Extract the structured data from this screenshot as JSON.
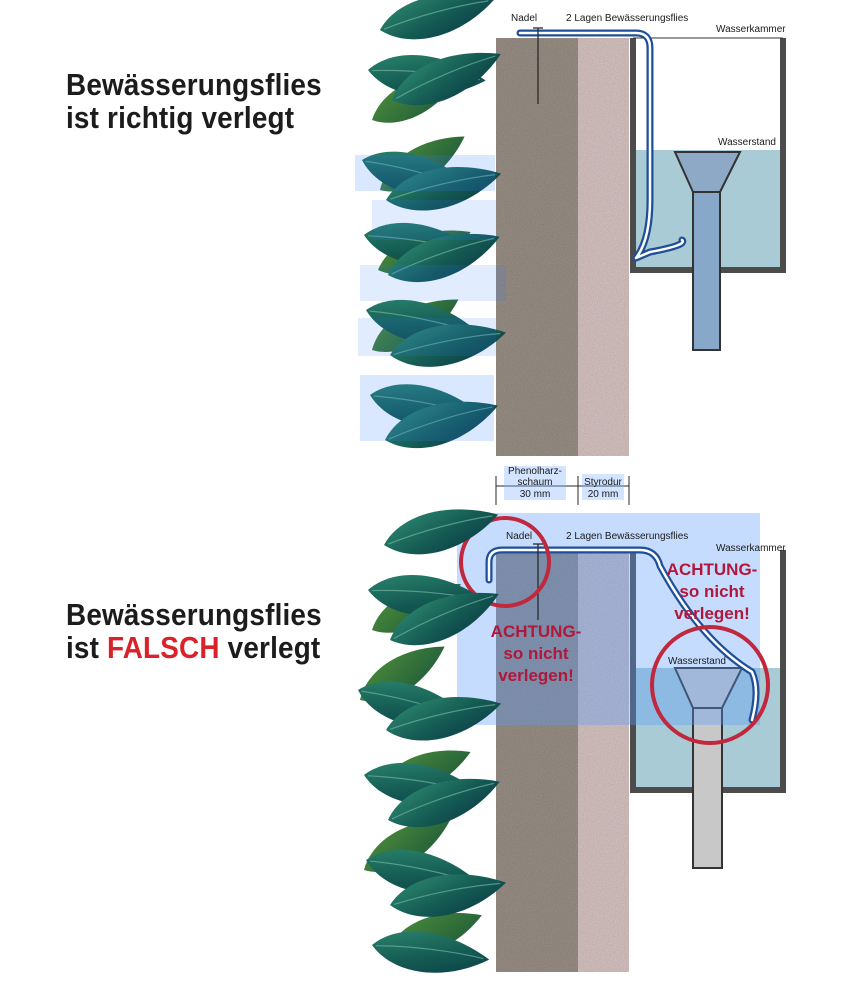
{
  "headings": {
    "correct_line1": "Bewässerungsflies",
    "correct_line2": "ist richtig verlegt",
    "wrong_line1": "Bewässerungsflies",
    "wrong_line2_pre": "ist ",
    "wrong_line2_highlight": "FALSCH",
    "wrong_line2_post": " verlegt"
  },
  "labels": {
    "needle": "Nadel",
    "fleece": "2 Lagen Bewässerungsflies",
    "chamber": "Wasserkammer",
    "water_level": "Wasserstand"
  },
  "dimensions": {
    "phenol_line1": "Phenolharz-",
    "phenol_line2": "schaum",
    "phenol_value": "30 mm",
    "styrodur_line1": "Styrodur",
    "styrodur_value": "20 mm"
  },
  "warning": {
    "line1": "ACHTUNG-",
    "line2": "so nicht",
    "line3": "verlegen!"
  },
  "colors": {
    "falsch": "#d8232a",
    "warning": "#b1173b",
    "circle": "#c0283d",
    "phenol": "#9b9187",
    "styrodur": "#d9c6c4",
    "water": "#a8cbd5",
    "fleece": "#1f4f96",
    "tube_blue": "#87a8c8",
    "tube_gray": "#c8c8c8"
  }
}
